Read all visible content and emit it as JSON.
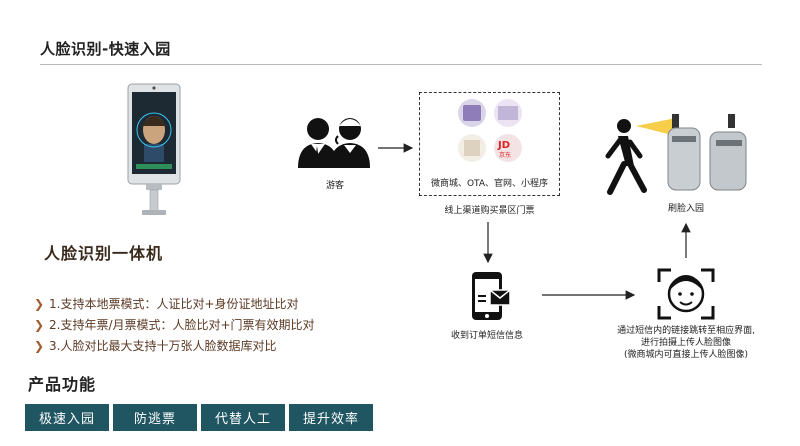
{
  "header": {
    "title": "人脸识别-快速入园"
  },
  "device": {
    "name": "人脸识别一体机"
  },
  "features": [
    "1.支持本地票模式：人证比对+身份证地址比对",
    "2.支持年票/月票模式：人脸比对+门票有效期比对",
    "3.人脸对比最大支持十万张人脸数据库对比"
  ],
  "product": {
    "title": "产品功能",
    "tags": [
      "极速入园",
      "防逃票",
      "代替人工",
      "提升效率"
    ]
  },
  "flow": {
    "visitor_label": "游客",
    "channels_label": "微商城、OTA、官网、小程序",
    "channel_thumbs": [
      "JD",
      "京东"
    ],
    "purchase_label": "线上渠道购买景区门票",
    "sms_label": "收到订单短信信息",
    "upload_lines": [
      "通过短信内的链接跳转至相应界面,",
      "进行拍摄上传人脸图像",
      "(微商城内可直接上传人脸图像)"
    ],
    "gate_label": "刷脸入园"
  },
  "colors": {
    "accent": "#1f5662",
    "bullet": "#a05a2c",
    "text_brown": "#5c3a24"
  }
}
